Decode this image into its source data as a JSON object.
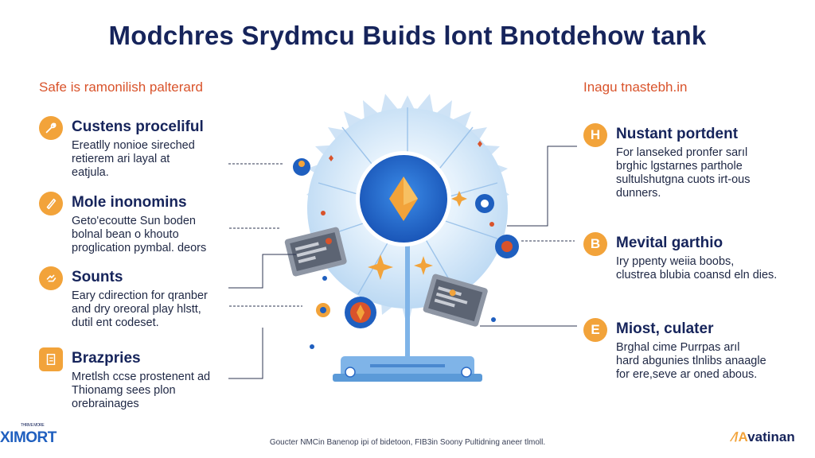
{
  "title": "Modchres Srydmcu Buids lont Bnotdehow tank",
  "left_section": {
    "heading": "Safe is ramonilish palterard",
    "items": [
      {
        "icon": "wrench-icon",
        "title": "Custens proceliful",
        "lines": [
          "Ereatlly nonioe sireched",
          "retierem ari layal at",
          "eatjula."
        ]
      },
      {
        "icon": "pencil-icon",
        "title": "Mole inonomins",
        "lines": [
          "Geto'ecoutte Sun boden",
          "bolnal bean o khouto",
          "proglication pymbal. deors"
        ]
      },
      {
        "icon": "hand-icon",
        "title": "Sounts",
        "lines": [
          "Eary cdirection for qranber",
          "and dry oreoral play hlstt,",
          "dutil ent codeset."
        ]
      },
      {
        "icon": "document-icon",
        "title": "Brazpries",
        "lines": [
          "Mretlsh ccse prostenent ad",
          "Thionamg sees plon",
          "orebrainages"
        ]
      }
    ]
  },
  "right_section": {
    "heading": "Inagu tnastebh.in",
    "items": [
      {
        "badge": "H",
        "title": "Nustant portdent",
        "lines": [
          "For lanseked pronfer sarıl",
          "brghic lgstarnes parthole",
          "sultulshutgna cuots irt-ous",
          "dunners."
        ]
      },
      {
        "badge": "B",
        "title": "Mevital garthio",
        "lines": [
          "Iry ppenty weiia boobs,",
          "clustrea blubia coansd eln dies."
        ]
      },
      {
        "badge": "E",
        "title": "Miost, culater",
        "lines": [
          "Brghal cime Purrpas arıl",
          "hard abgunies tlnlibs anaagle",
          "for ere,seve ar oned abous."
        ]
      }
    ]
  },
  "footer": {
    "left_logo": "XIMORT",
    "left_logo_small": "THRIVE MORE",
    "caption": "Goucter NMCin Banenop ipi of bidetoon, FIB3in Soony Pultidning aneer tlmoll.",
    "right_logo_mark": "⁄/A",
    "right_logo": "vatinan"
  },
  "colors": {
    "navy": "#16245b",
    "orange": "#f2a33a",
    "accent_red": "#d9532b",
    "blue": "#1f5fbf"
  }
}
